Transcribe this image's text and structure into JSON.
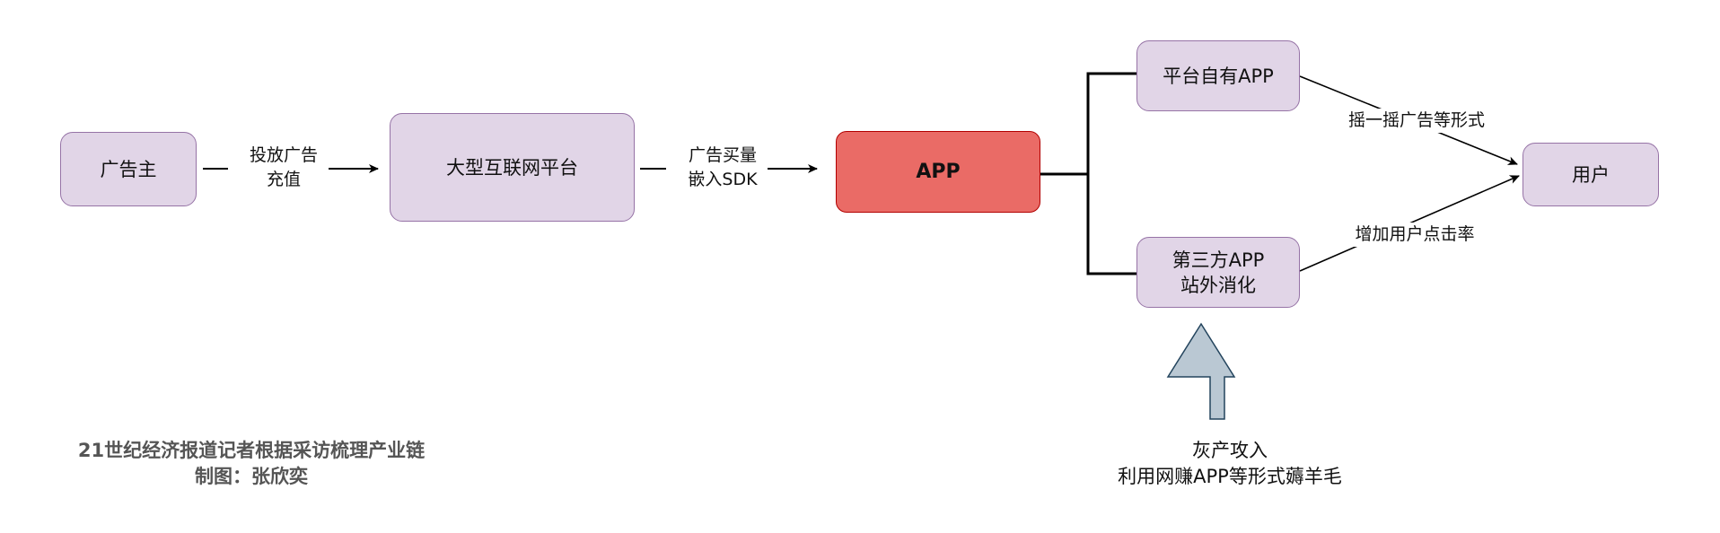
{
  "nodes": {
    "advertiser": "广告主",
    "platform": "大型互联网平台",
    "app": "APP",
    "own_app": "平台自有APP",
    "third_app": "第三方APP\n站外消化",
    "user": "用户"
  },
  "edge_labels": {
    "advertiser_to_platform": "投放广告\n充值",
    "platform_to_app": "广告买量\n嵌入SDK",
    "own_app_to_user": "摇一摇广告等形式",
    "third_app_to_user": "增加用户点击率"
  },
  "captions": {
    "gray_industry": "灰产攻入\n利用网赚APP等形式薅羊毛",
    "credit": "21世纪经济报道记者根据采访梳理产业链\n制图：张欣奕"
  },
  "colors": {
    "node_fill": "#e1d5e7",
    "node_border": "#9673a6",
    "app_fill": "#ea6b66",
    "app_border": "#b20000",
    "big_arrow_fill": "#bac8d3",
    "big_arrow_border": "#23445d"
  }
}
